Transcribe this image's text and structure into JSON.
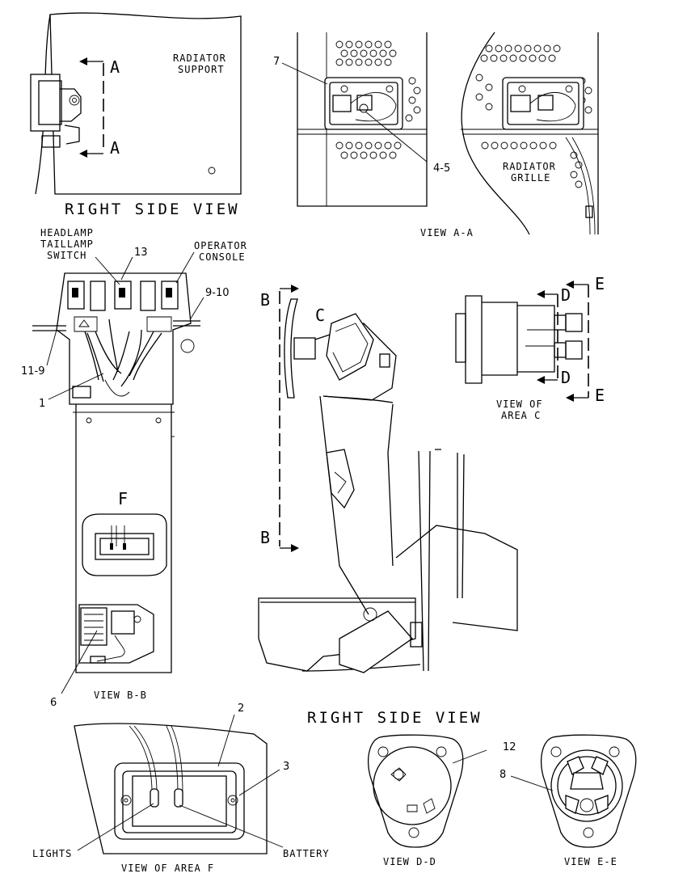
{
  "labels": {
    "radiator_support_1": "RADIATOR",
    "radiator_support_2": "SUPPORT",
    "section_a_top": "A",
    "section_a_bottom": "A",
    "right_side_view_top": "RIGHT SIDE VIEW",
    "view_a_a": "VIEW A-A",
    "radiator_grille_1": "RADIATOR",
    "radiator_grille_2": "GRILLE",
    "callout_7": "7",
    "callout_4_5": "4-5",
    "headlamp_1": "HEADLAMP",
    "headlamp_2": "TAILLAMP",
    "headlamp_3": "SWITCH",
    "callout_13": "13",
    "operator_console_1": "OPERATOR",
    "operator_console_2": "CONSOLE",
    "callout_9_10": "9-10",
    "callout_11_9": "11-9",
    "callout_1": "1",
    "area_f": "F",
    "callout_6": "6",
    "view_b_b": "VIEW B-B",
    "section_b_top": "B",
    "section_b_bottom": "B",
    "area_c": "C",
    "section_d_top": "D",
    "section_d_bottom": "D",
    "section_e_top": "E",
    "section_e_bottom": "E",
    "view_area_c_1": "VIEW OF",
    "view_area_c_2": "AREA C",
    "right_side_view_bottom": "RIGHT SIDE VIEW",
    "callout_2": "2",
    "callout_3": "3",
    "lights": "LIGHTS",
    "battery": "BATTERY",
    "view_area_f": "VIEW OF AREA F",
    "callout_12": "12",
    "callout_8": "8",
    "view_d_d": "VIEW D-D",
    "view_e_e": "VIEW E-E"
  }
}
